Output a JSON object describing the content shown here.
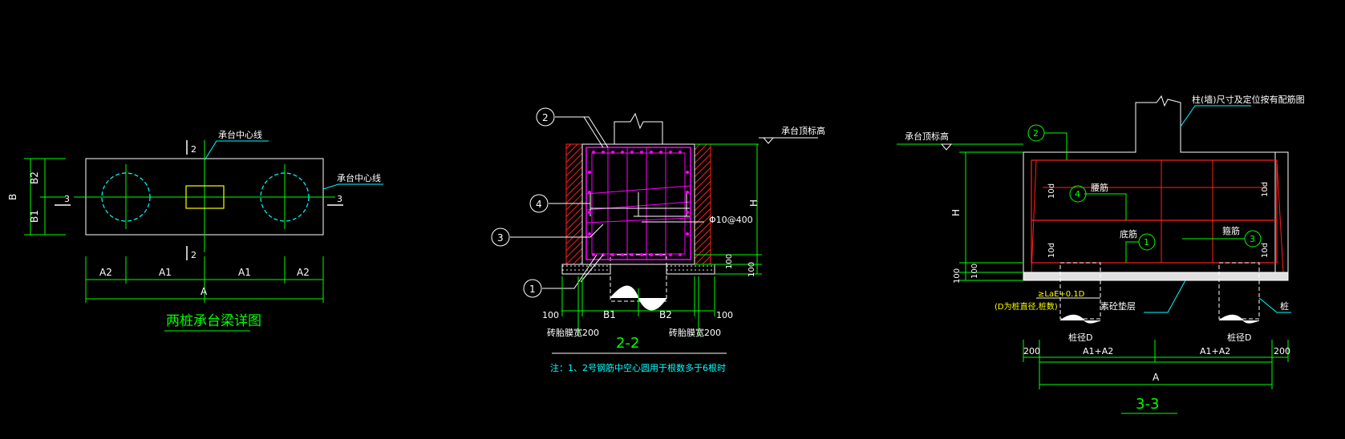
{
  "colors": {
    "background": "#000000",
    "outline": "#ffffff",
    "dimension": "#00ff00",
    "leader": "#00ffff",
    "rebar": "#ff00ff",
    "concrete": "#ff2020",
    "column": "#ffff00",
    "dashed": "#00ffff"
  },
  "view1": {
    "title": "两桩承台梁详图",
    "label_center_top": "承台中心线",
    "label_center_right": "承台中心线",
    "dim_B": "B",
    "dim_B1": "B1",
    "dim_B2": "B2",
    "dim_A": "A",
    "dim_A1_left": "A1",
    "dim_A1_right": "A1",
    "dim_A2_left": "A2",
    "dim_A2_right": "A2",
    "section_mark_2_top": "2",
    "section_mark_2_bottom": "2",
    "section_mark_3_left": "3",
    "section_mark_3_right": "3"
  },
  "view2": {
    "title": "2-2",
    "callout_1": "1",
    "callout_2": "2",
    "callout_3": "3",
    "callout_4": "4",
    "label_top_elev": "承台顶标高",
    "dim_H": "H",
    "stirrup_label": "Φ10@400",
    "dim_100_right_a": "100",
    "dim_100_right_b": "100",
    "dim_100_left": "100",
    "dim_100_right_bottom": "100",
    "dim_B1": "B1",
    "dim_B2": "B2",
    "label_width_left": "砖胎膜宽200",
    "label_width_right": "砖胎膜宽200",
    "note": "注：1、2号钢筋中空心圆用于根数多于6根时"
  },
  "view3": {
    "title": "3-3",
    "callout_1": "1",
    "callout_2": "2",
    "callout_3": "3",
    "callout_4": "4",
    "label_top_elev": "承台顶标高",
    "label_column": "柱(墙)尺寸及定位按有配筋图",
    "dim_H": "H",
    "label_side_bar": "腰筋",
    "label_bottom_bar": "底筋",
    "label_stirrup": "箍筋",
    "label_10d_a": "10d",
    "label_10d_b": "10d",
    "label_10d_c": "10d",
    "label_10d_d": "10d",
    "dim_100_a": "100",
    "dim_100_b": "100",
    "label_anchor": "≥LaE+0.1D",
    "label_pile_note": "(D为桩直径,桩数)",
    "label_cushion": "素砼垫层",
    "label_pile": "桩",
    "label_pile_dia_left": "桩径D",
    "label_pile_dia_right": "桩径D",
    "dim_200_left": "200",
    "dim_200_right": "200",
    "dim_A1A2_left": "A1+A2",
    "dim_A1A2_right": "A1+A2",
    "dim_A": "A"
  }
}
